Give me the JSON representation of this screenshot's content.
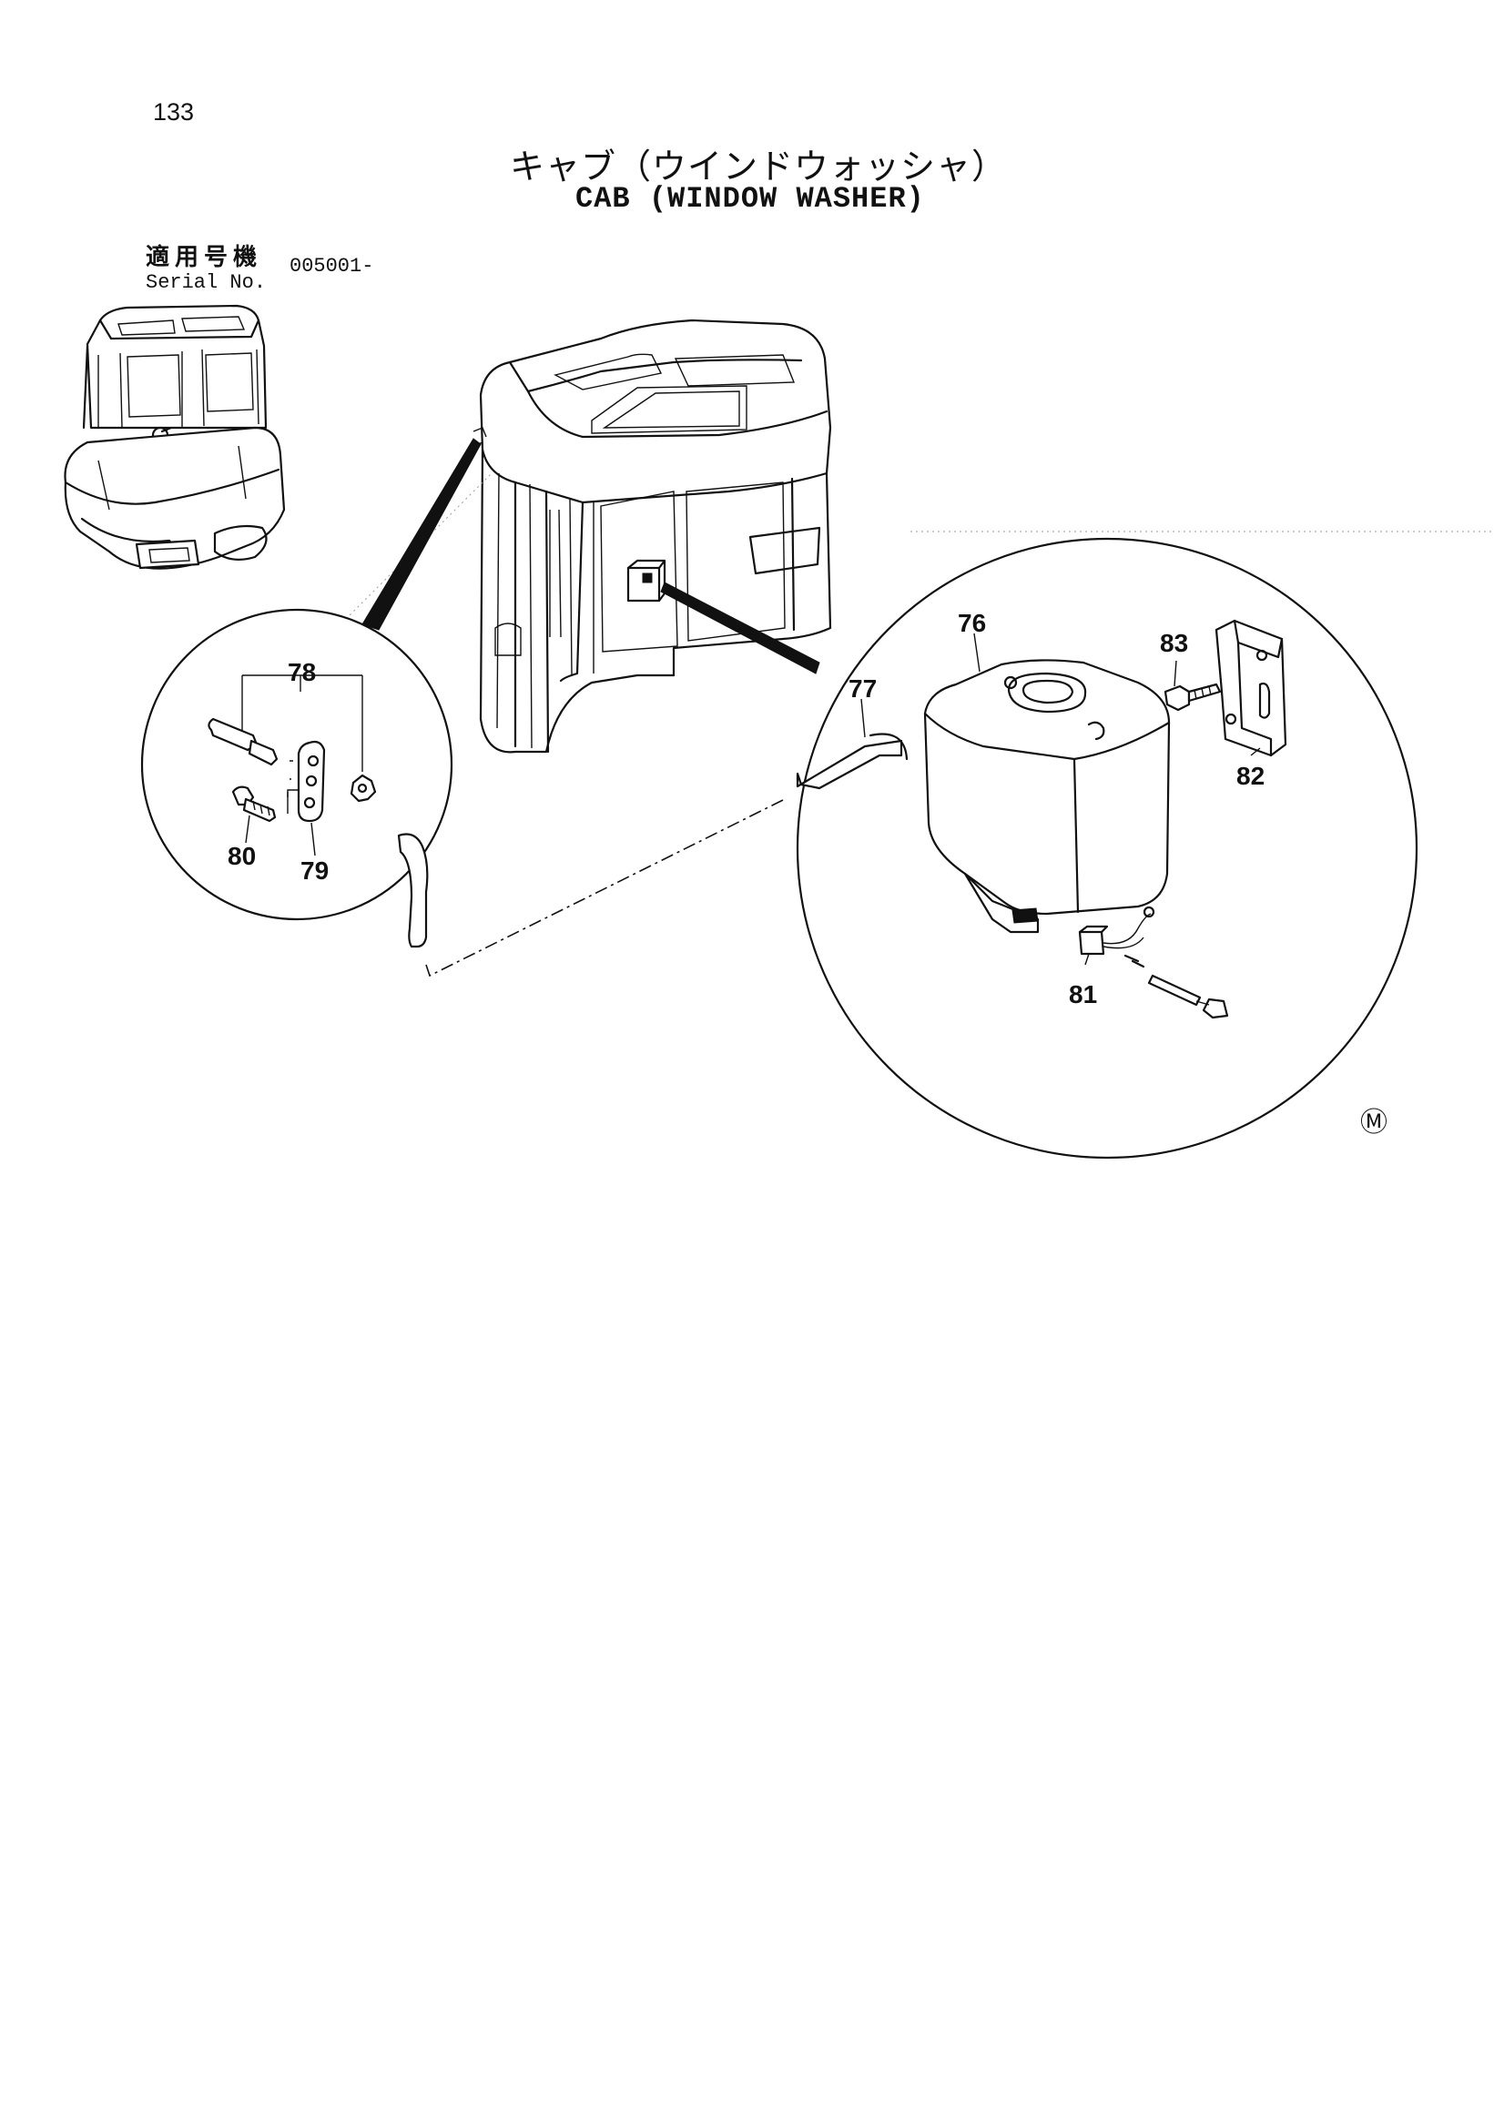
{
  "page_number": "133",
  "title_jp": "キャブ（ウインドウォッシャ）",
  "title_en": "CAB (WINDOW WASHER)",
  "serial": {
    "label_jp": "適用号機",
    "label_en": "Serial No.",
    "value": "005001-"
  },
  "callouts": {
    "p76": "76",
    "p77": "77",
    "p78": "78",
    "p79": "79",
    "p80": "80",
    "p81": "81",
    "p82": "82",
    "p83": "83"
  },
  "corner_mark": "Ⓜ"
}
